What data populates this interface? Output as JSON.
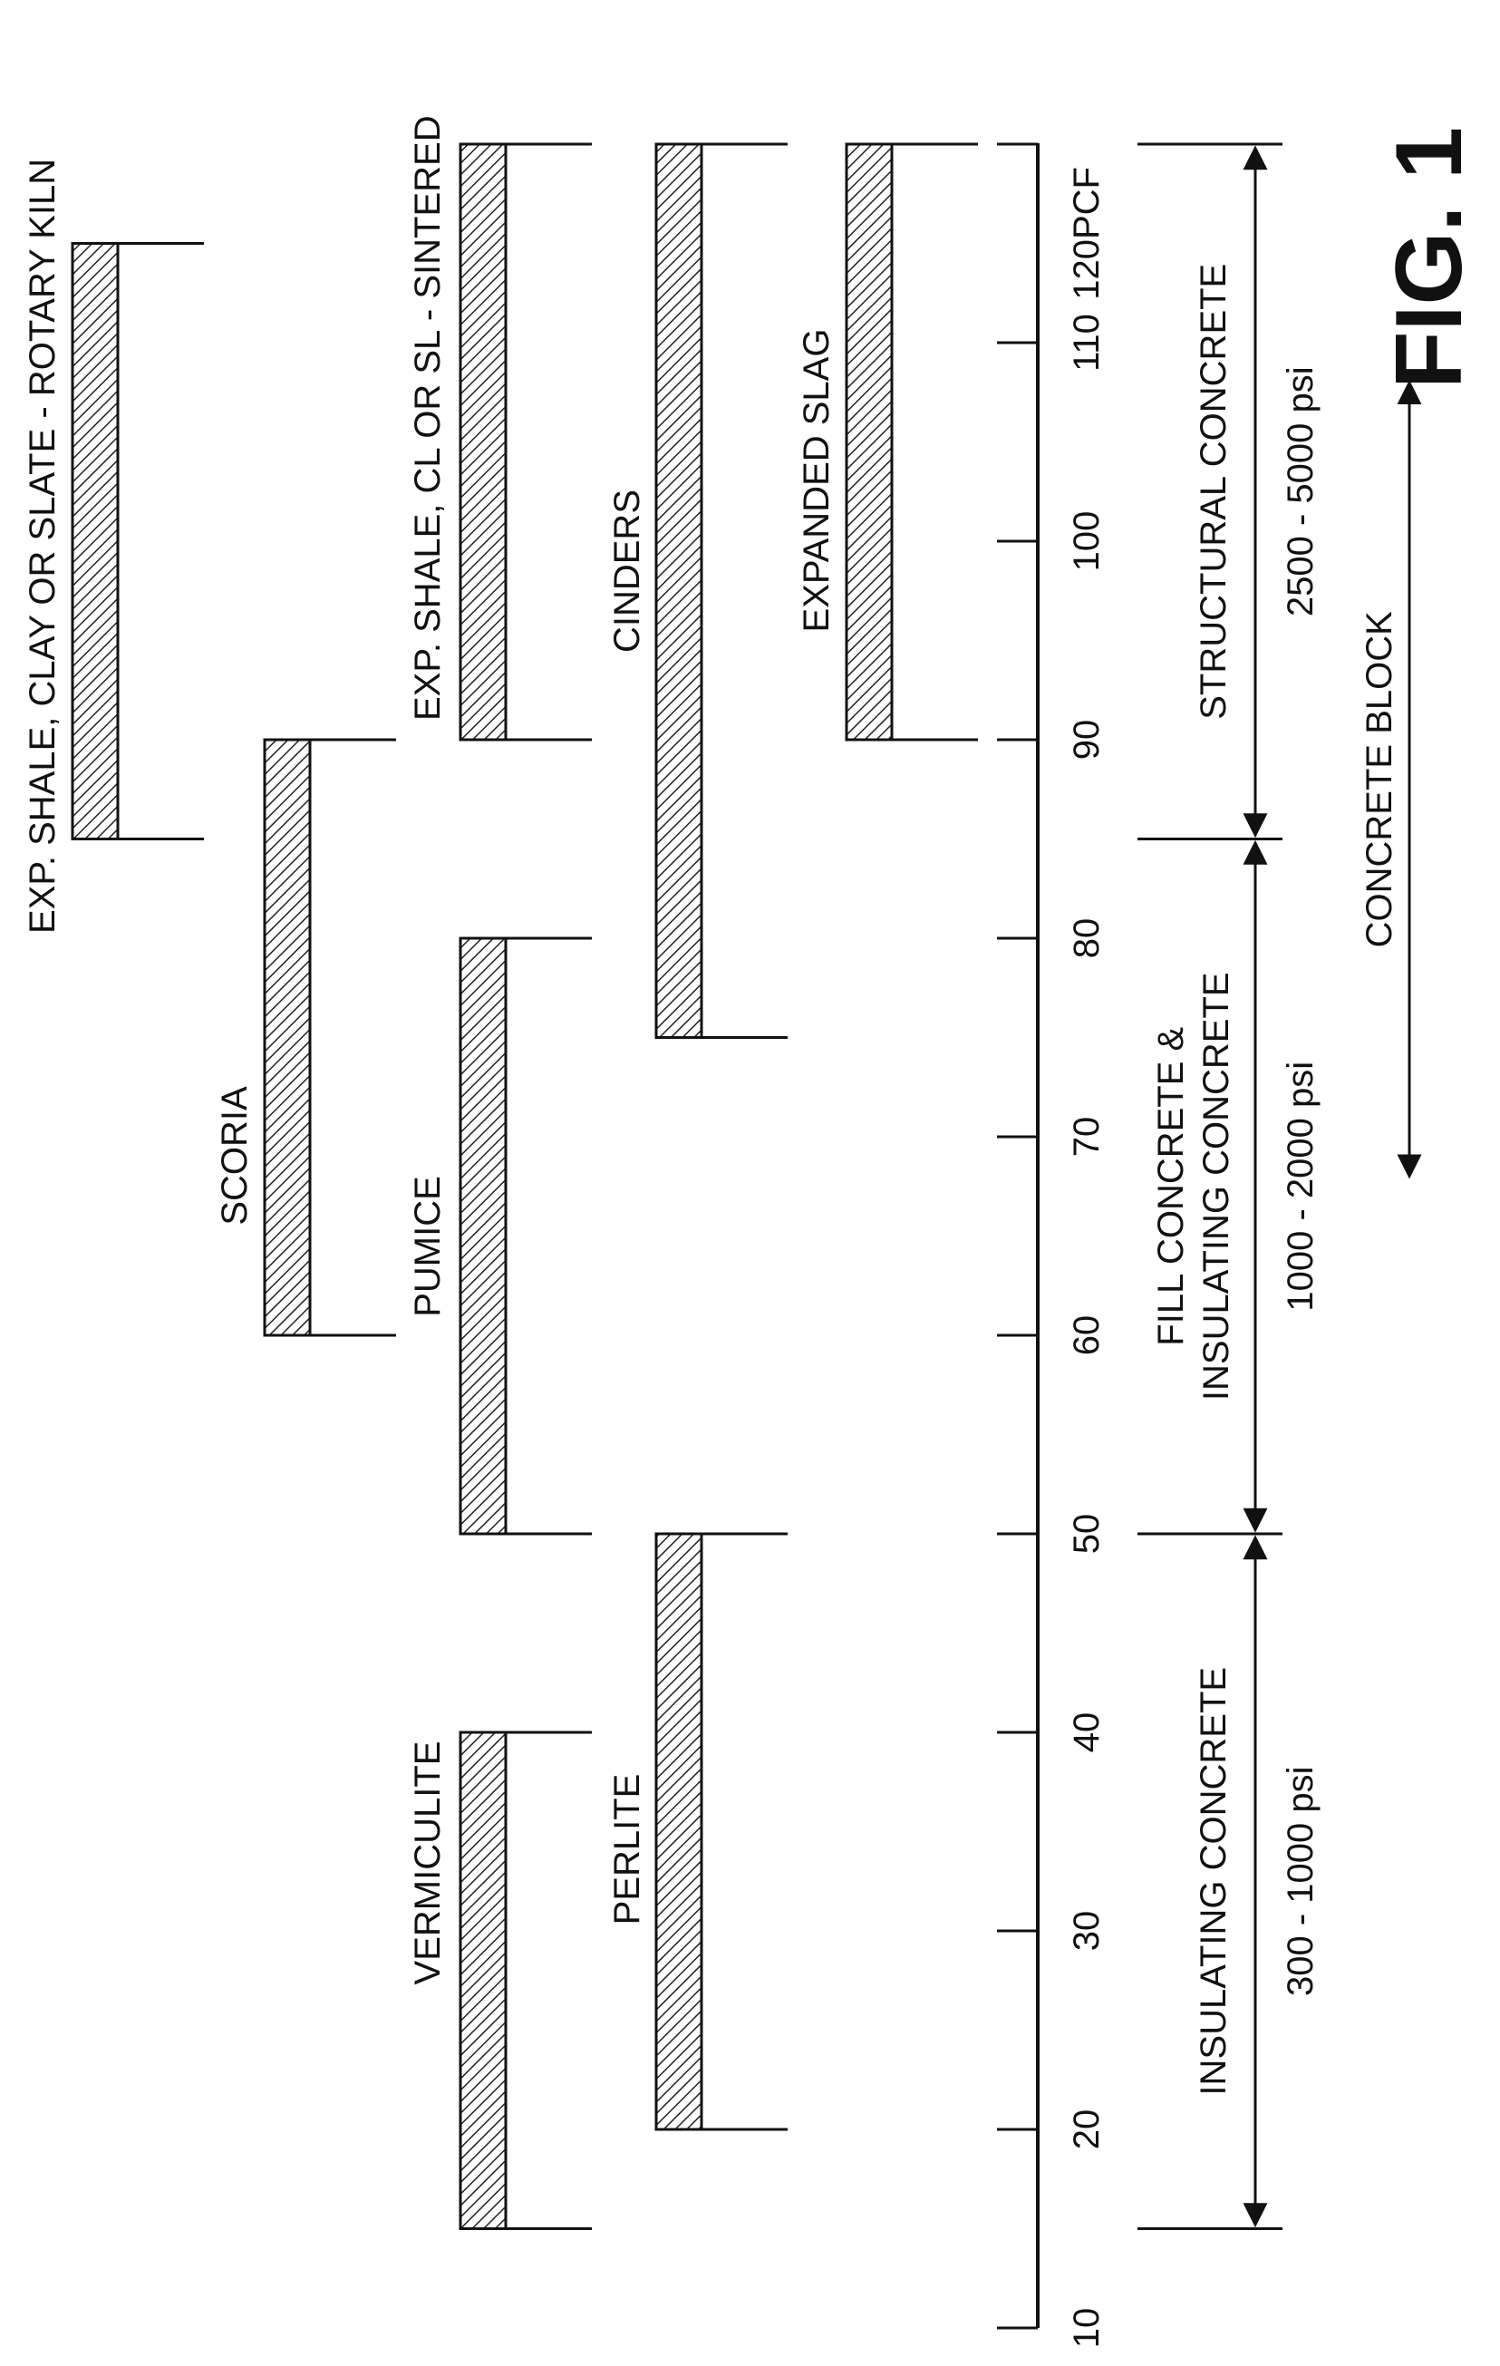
{
  "figure_label": "FIG. 1",
  "chart_data": {
    "type": "bar",
    "axis": {
      "unit": "PCF",
      "ticks": [
        10,
        20,
        30,
        40,
        50,
        60,
        70,
        80,
        90,
        100,
        110,
        120
      ],
      "tick_labels": [
        "10",
        "20",
        "30",
        "40",
        "50",
        "60",
        "70",
        "80",
        "90",
        "100",
        "110",
        "120PCF"
      ],
      "range": [
        10,
        120
      ]
    },
    "aggregates": [
      {
        "label": "EXP. SHALE, CLAY OR SLATE - ROTARY KILN",
        "range": [
          85,
          115
        ]
      },
      {
        "label": "SCORIA",
        "range": [
          60,
          90
        ]
      },
      {
        "label": "EXP. SHALE, CL OR SL - SINTERED",
        "range": [
          90,
          120
        ]
      },
      {
        "label": "PUMICE",
        "range": [
          50,
          80
        ]
      },
      {
        "label": "VERMICULITE",
        "range": [
          15,
          40
        ]
      },
      {
        "label": "CINDERS",
        "range": [
          75,
          120
        ]
      },
      {
        "label": "PERLITE",
        "range": [
          20,
          50
        ]
      },
      {
        "label": "EXPANDED SLAG",
        "range": [
          90,
          120
        ]
      }
    ],
    "concrete_ranges": [
      {
        "label": "INSULATING CONCRETE",
        "strength": "300 - 1000 psi",
        "range": [
          15,
          50
        ]
      },
      {
        "label": "FILL CONCRETE &",
        "label2": "INSULATING CONCRETE",
        "strength": "1000 - 2000 psi",
        "range": [
          50,
          85
        ]
      },
      {
        "label": "STRUCTURAL CONCRETE",
        "strength": "2500 - 5000 psi",
        "range": [
          85,
          120
        ]
      }
    ],
    "concrete_block": {
      "label": "CONCRETE BLOCK",
      "range": [
        68,
        108
      ]
    }
  }
}
